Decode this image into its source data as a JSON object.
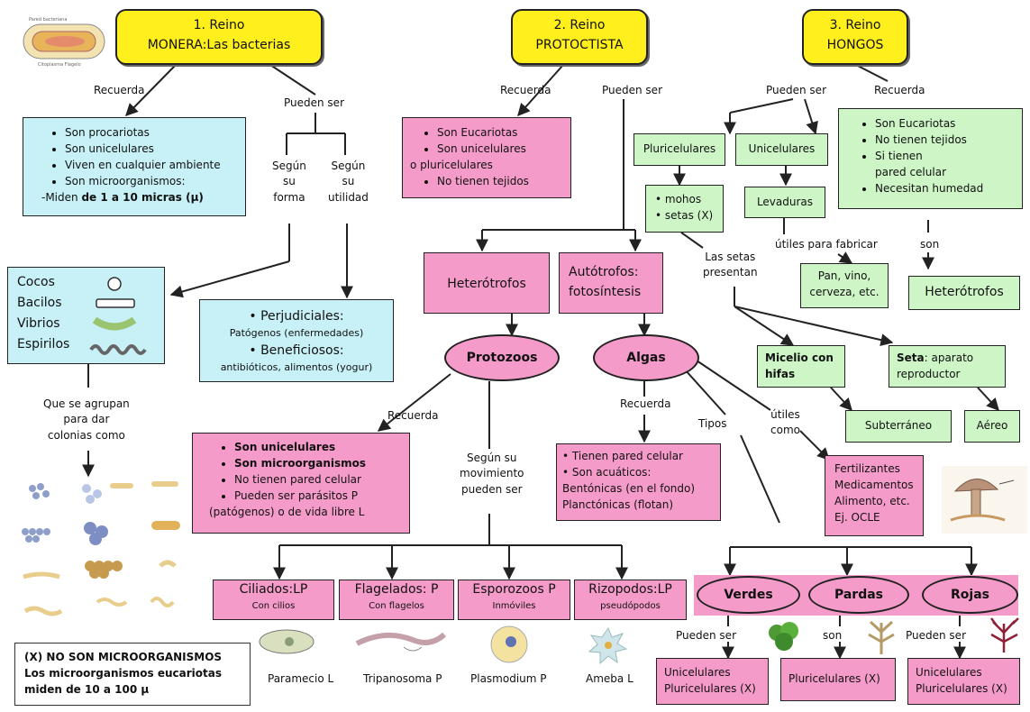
{
  "kingdoms": {
    "monera": {
      "line1": "1. Reino",
      "line2": "MONERA:Las bacterias"
    },
    "protoctista": {
      "line1": "2. Reino",
      "line2": "PROTOCTISTA"
    },
    "hongos": {
      "line1": "3. Reino",
      "line2": "HONGOS"
    }
  },
  "monera": {
    "recuerda": "Recuerda",
    "pueden_ser": "Pueden ser",
    "facts": [
      "Son procariotas",
      "Son unicelulares",
      "Viven en cualquier ambiente",
      "Son microorganismos:"
    ],
    "size_prefix": "-Miden ",
    "size_bold": "de 1 a 10 micras (µ)",
    "segun_forma": [
      "Según",
      "su",
      "forma"
    ],
    "segun_utilidad": [
      "Según",
      "su",
      "utilidad"
    ],
    "forms": [
      "Cocos",
      "Bacilos",
      "Vibrios",
      "Espirilos"
    ],
    "utility": {
      "perj_title": "Perjudiciales:",
      "perj_sub": "Patógenos (enfermedades)",
      "benef_title": "Beneficiosos:",
      "benef_sub": "antibióticos, alimentos (yogur)"
    },
    "agrupan": [
      "Que se agrupan",
      "para dar",
      "colonias como"
    ],
    "note_title": "(X) NO SON MICROORGANISMOS",
    "note_l2": "Los microorganismos eucariotas",
    "note_l3": "miden de 10 a 100 µ"
  },
  "protoctista": {
    "recuerda": "Recuerda",
    "pueden_ser": "Pueden ser",
    "facts_1": "Son Eucariotas",
    "facts_2": "Son unicelulares",
    "facts_3": "o pluricelulares",
    "facts_4": "No tienen tejidos",
    "heterotrofos": "Heterótrofos",
    "autotrofos_1": "Autótrofos:",
    "autotrofos_2": "fotosíntesis",
    "protozoos": "Protozoos",
    "algas": "Algas",
    "recuerda2": "Recuerda",
    "protozoos_facts": [
      "Son unicelulares",
      "Son microorganismos",
      "No tienen pared celular",
      "Pueden ser parásitos P"
    ],
    "protozoos_fact_last": "(patógenos) o de vida libre L",
    "movimiento": [
      "Según su",
      "movimiento",
      "pueden ser"
    ],
    "recuerda3": "Recuerda",
    "algas_facts": [
      "• Tienen pared celular",
      "• Son acuáticos:",
      "Bentónicas (en el fondo)",
      "Planctónicas (flotan)"
    ],
    "tipos": "Tipos",
    "utiles": [
      "útiles",
      "como"
    ],
    "utiles_box": [
      "Fertilizantes",
      "Medicamentos",
      "Alimento, etc.",
      "Ej. OCLE"
    ],
    "movement_types": [
      {
        "name": "Ciliados:LP",
        "sub": "Con cilios",
        "example": "Paramecio L"
      },
      {
        "name": "Flagelados: P",
        "sub": "Con flagelos",
        "example": "Tripanosoma P"
      },
      {
        "name": "Esporozoos P",
        "sub": "Inmóviles",
        "example": "Plasmodium P"
      },
      {
        "name": "Rizopodos:LP",
        "sub": "pseudópodos",
        "example": "Ameba L"
      }
    ],
    "algae_types": [
      "Verdes",
      "Pardas",
      "Rojas"
    ],
    "verdes_label": "Pueden ser",
    "pardas_label": "son",
    "rojas_label": "Pueden ser",
    "verdes_box": [
      "Unicelulares",
      "Pluricelulares (X)"
    ],
    "pardas_box": "Pluricelulares (X)",
    "rojas_box": [
      "Unicelulares",
      "Pluricelulares (X)"
    ]
  },
  "hongos": {
    "pueden_ser": "Pueden ser",
    "recuerda": "Recuerda",
    "pluricelulares": "Pluricelulares",
    "unicelulares": "Unicelulares",
    "facts": [
      "Son Eucariotas",
      "No tienen tejidos",
      "Si tienen pared celular",
      "Necesitan humedad"
    ],
    "mohos": "• mohos",
    "setas": "• setas (X)",
    "levaduras": "Levaduras",
    "utiles_fabricar": "útiles para fabricar",
    "son": "son",
    "pan": [
      "Pan, vino,",
      "cerveza, etc."
    ],
    "heterotrofos": "Heterótrofos",
    "las_setas": [
      "Las setas",
      "presentan"
    ],
    "micelio": [
      "Micelio con",
      "hifas"
    ],
    "seta_bold": "Seta",
    "seta_rest": ": aparato",
    "seta_l2": "reproductor",
    "subterraneo": "Subterráneo",
    "aereo": "Aéreo"
  }
}
